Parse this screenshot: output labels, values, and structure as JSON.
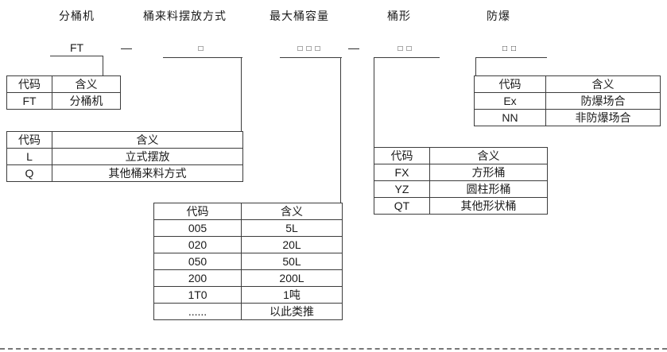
{
  "colors": {
    "line": "#3c3c3c",
    "text": "#1a1a1a",
    "background": "#ffffff"
  },
  "labels": {
    "machine": "分桶机",
    "placement": "桶来料摆放方式",
    "capacity": "最大桶容量",
    "shape": "桶形",
    "explosion": "防爆"
  },
  "code_line": {
    "prefix": "FT",
    "dash1": "—",
    "placement_code": "□",
    "capacity_code": "□□□",
    "dash2": "—",
    "shape_code": "□□",
    "explosion_code": "□□"
  },
  "tables": {
    "machine": {
      "headers": [
        "代码",
        "含义"
      ],
      "rows": [
        [
          "FT",
          "分桶机"
        ]
      ]
    },
    "placement": {
      "headers": [
        "代码",
        "含义"
      ],
      "rows": [
        [
          "L",
          "立式摆放"
        ],
        [
          "Q",
          "其他桶来料方式"
        ]
      ]
    },
    "capacity": {
      "headers": [
        "代码",
        "含义"
      ],
      "rows": [
        [
          "005",
          "5L"
        ],
        [
          "020",
          "20L"
        ],
        [
          "050",
          "50L"
        ],
        [
          "200",
          "200L"
        ],
        [
          "1T0",
          "1吨"
        ],
        [
          "......",
          "以此类推"
        ]
      ]
    },
    "shape": {
      "headers": [
        "代码",
        "含义"
      ],
      "rows": [
        [
          "FX",
          "方形桶"
        ],
        [
          "YZ",
          "圆柱形桶"
        ],
        [
          "QT",
          "其他形状桶"
        ]
      ]
    },
    "explosion": {
      "headers": [
        "代码",
        "含义"
      ],
      "rows": [
        [
          "Ex",
          "防爆场合"
        ],
        [
          "NN",
          "非防爆场合"
        ]
      ]
    }
  }
}
